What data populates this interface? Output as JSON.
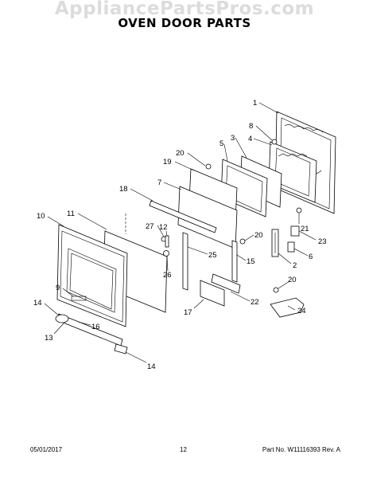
{
  "watermark": "AppliancePartsPros.com",
  "title": "OVEN DOOR PARTS",
  "callouts": [
    "1",
    "8",
    "3",
    "4",
    "5",
    "20",
    "19",
    "7",
    "18",
    "21",
    "23",
    "6",
    "20",
    "2",
    "15",
    "25",
    "27",
    "12",
    "11",
    "10",
    "26",
    "9",
    "22",
    "17",
    "20",
    "24",
    "14",
    "16",
    "13",
    "14"
  ],
  "footer": {
    "date": "05/01/2017",
    "page": "12",
    "part_no": "Part No. W11116393  Rev. A"
  }
}
